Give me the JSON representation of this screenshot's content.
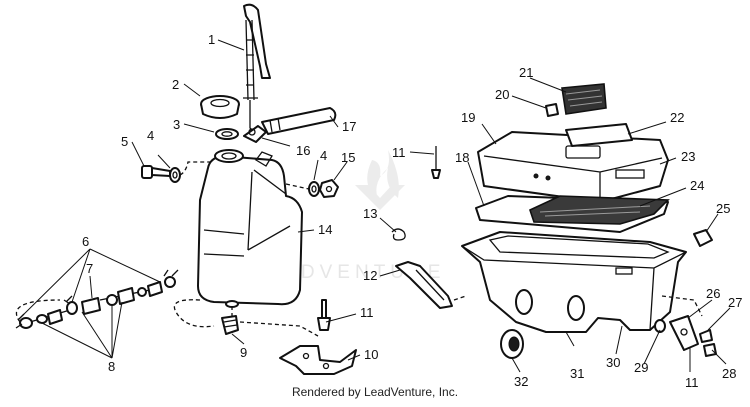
{
  "diagram": {
    "callouts": [
      "1",
      "2",
      "3",
      "4",
      "5",
      "4",
      "15",
      "16",
      "17",
      "14",
      "6",
      "7",
      "8",
      "9",
      "10",
      "11",
      "11",
      "11",
      "12",
      "13",
      "18",
      "19",
      "20",
      "21",
      "22",
      "23",
      "24",
      "25",
      "26",
      "27",
      "28",
      "29",
      "30",
      "31",
      "32"
    ]
  },
  "watermark": "LEADVENTURE",
  "footer": {
    "text": "Rendered by LeadVenture, Inc."
  }
}
